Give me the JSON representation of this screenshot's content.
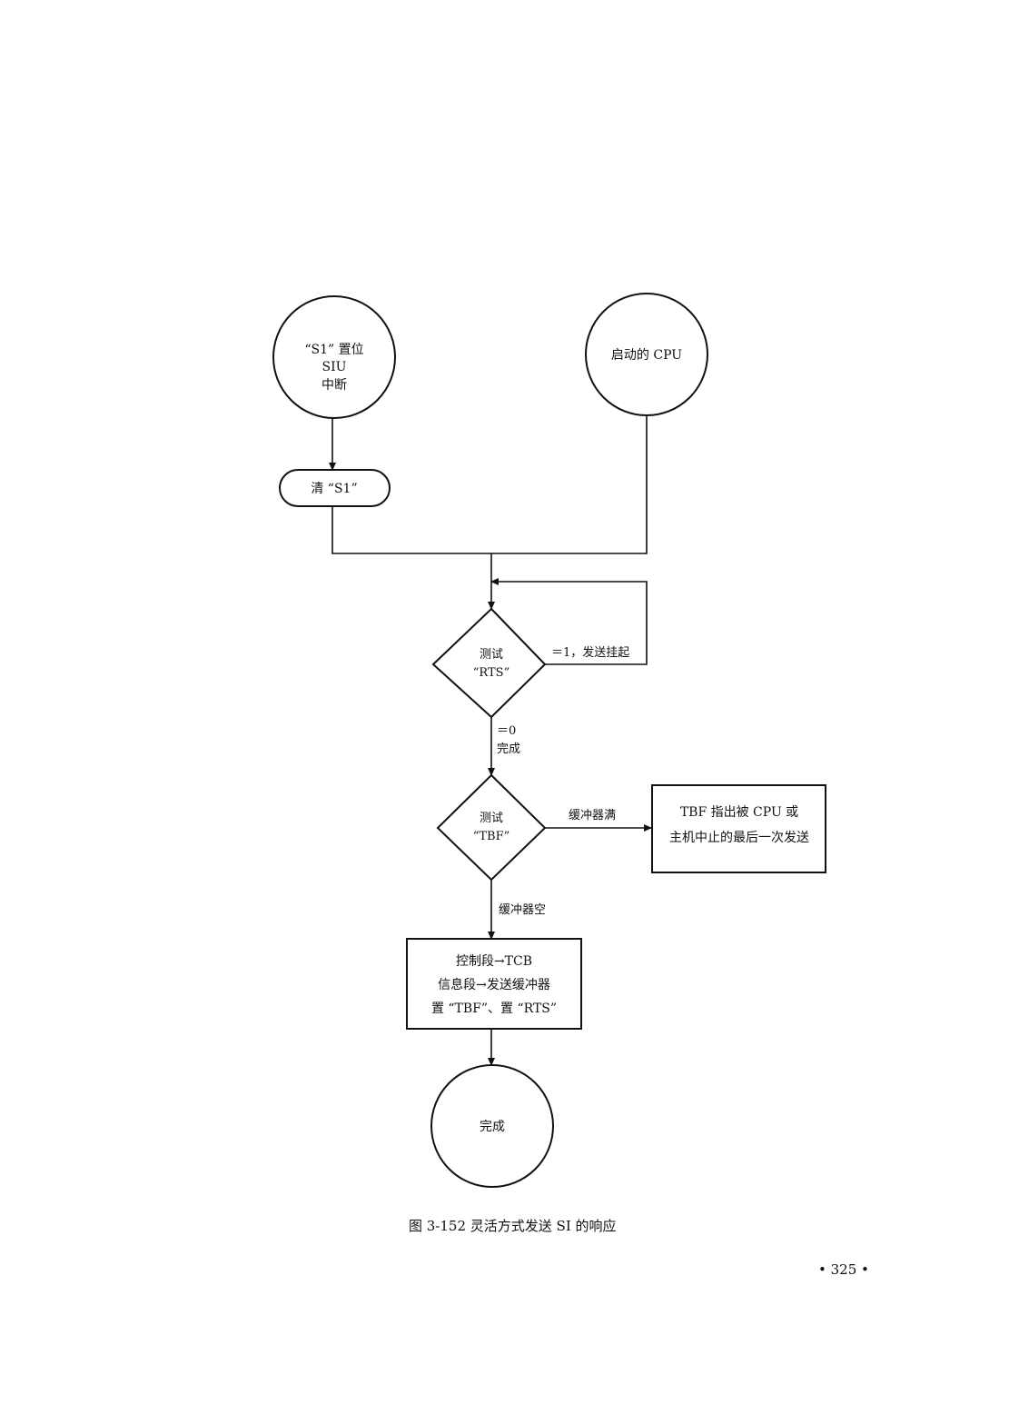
{
  "flowchart": {
    "start_si": {
      "line1": "“S1” 置位",
      "line2": "SIU",
      "line3": "中断"
    },
    "start_cpu": {
      "label": "启动的 CPU"
    },
    "clear_si": {
      "label": "清 “S1”"
    },
    "test_rts": {
      "line1": "测试",
      "line2": "“RTS”"
    },
    "rts_one_label": "＝1，发送挂起",
    "rts_zero_label": {
      "line1": "＝0",
      "line2": "完成"
    },
    "test_tbf": {
      "line1": "测试",
      "line2": "“TBF”"
    },
    "buffer_full_label": "缓冲器满",
    "tbf_note": {
      "line1": "TBF 指出被 CPU 或",
      "line2": "主机中止的最后一次发送"
    },
    "buffer_empty_label": "缓冲器空",
    "action_box": {
      "line1": "控制段→TCB",
      "line2": "信息段→发送缓冲器",
      "line3": "置 “TBF”、置 “RTS”"
    },
    "end": {
      "label": "完成"
    }
  },
  "caption": "图 3-152   灵活方式发送 SI 的响应",
  "page_number": "• 325 •"
}
